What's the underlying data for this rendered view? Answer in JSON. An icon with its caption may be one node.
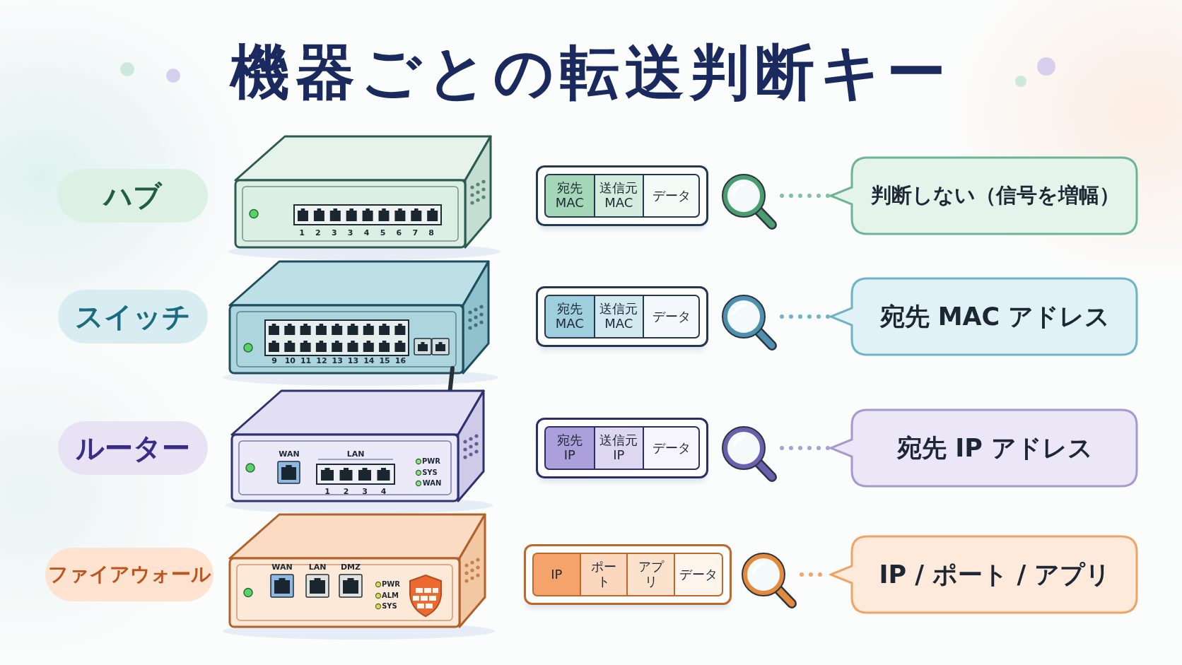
{
  "diagram": {
    "title": "機器ごとの転送判断キー",
    "nodes": [
      {
        "text": [
          "ハブ"
        ]
      },
      {
        "text": [],
        "shape": "box"
      },
      {
        "text": [
          "宛先 MAC"
        ],
        "in": 1
      },
      {
        "text": [
          "送信元 MAC"
        ],
        "in": 1
      },
      {
        "text": [
          "データ"
        ],
        "in": 1
      },
      {
        "text": [],
        "shape": "picture"
      },
      {
        "text": [
          "判断しない（信号を増幅）"
        ]
      },
      {
        "text": [
          "スイッチ"
        ]
      },
      {
        "text": [],
        "shape": "box"
      },
      {
        "text": [
          "宛先 MAC"
        ],
        "in": 8
      },
      {
        "text": [
          "送信元 MAC"
        ],
        "in": 8
      },
      {
        "text": [
          "データ"
        ],
        "in": 8
      },
      {
        "text": [],
        "shape": "picture"
      },
      {
        "text": [
          "宛先 MAC アドレス"
        ]
      },
      {
        "text": [
          "ルーター"
        ]
      },
      {
        "text": [],
        "shape": "box"
      },
      {
        "text": [
          "宛先 IP"
        ],
        "in": 15
      },
      {
        "text": [
          "送信元 IP"
        ],
        "in": 15
      },
      {
        "text": [
          "データ"
        ],
        "in": 15
      },
      {
        "text": [],
        "shape": "picture"
      },
      {
        "text": [
          "宛先 IP アドレス"
        ]
      },
      {
        "text": [
          "ファイアウォール"
        ]
      },
      {
        "text": [],
        "shape": "box"
      },
      {
        "text": [
          "IP"
        ],
        "in": 22
      },
      {
        "text": [
          "ポート"
        ],
        "in": 22
      },
      {
        "text": [
          "アプリ"
        ],
        "in": 22
      },
      {
        "text": [
          "データ"
        ],
        "in": 22
      },
      {
        "text": [],
        "shape": "picture"
      },
      {
        "text": [
          "IP / ポート / アプリ"
        ]
      }
    ],
    "edges": [
      {
        "from": 5,
        "to": 6,
        "arrow": "none",
        "style": "dashed",
        "color": "#7cc3a0"
      },
      {
        "from": 12,
        "to": 13,
        "arrow": "none",
        "style": "dashed",
        "color": "#6bb5cc"
      },
      {
        "from": 19,
        "to": 20,
        "arrow": "none",
        "style": "dashed",
        "color": "#a9a0d8"
      },
      {
        "from": 27,
        "to": 28,
        "arrow": "none",
        "style": "dashed",
        "color": "#f2a66a"
      }
    ],
    "labels": [
      "1",
      "2",
      "3",
      "3",
      "4",
      "5",
      "6",
      "7",
      "8",
      "9",
      "10",
      "11",
      "12",
      "13",
      "13",
      "14",
      "15",
      "16",
      "WAN",
      "LAN",
      "PWR",
      "SYS",
      "WAN",
      "1",
      "2",
      "3",
      "4",
      "WAN",
      "LAN",
      "DMZ",
      "PWR",
      "ALM",
      "SYS"
    ]
  }
}
